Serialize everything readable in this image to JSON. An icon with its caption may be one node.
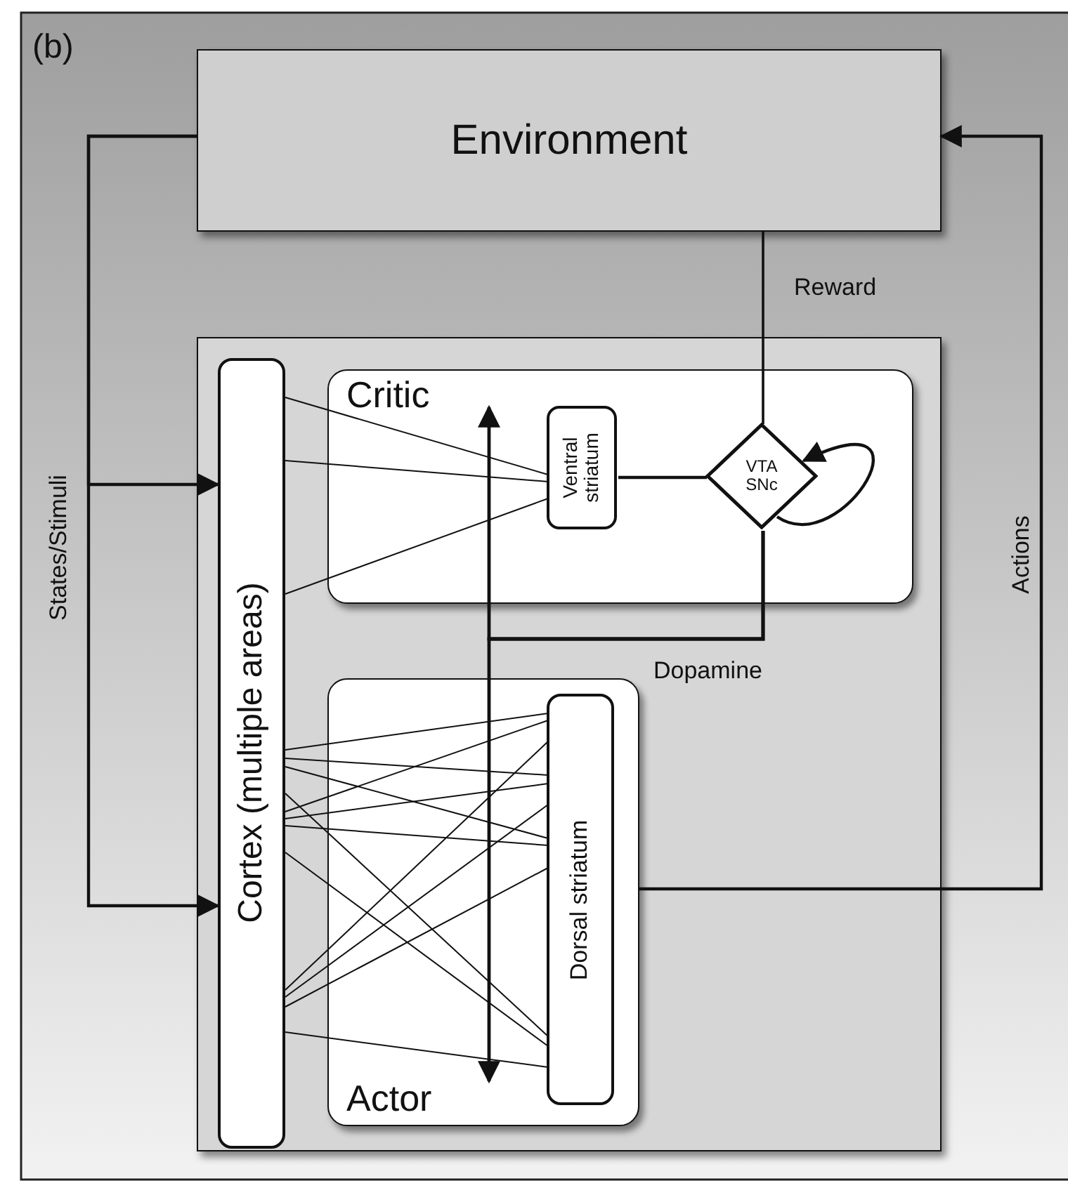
{
  "diagram": {
    "nodes": [
      {
        "text": [
          "Environment"
        ]
      },
      {
        "text": [],
        "shape": "box"
      },
      {
        "text": [
          "Cortex (multiple areas)"
        ],
        "in": 1
      },
      {
        "text": [
          "Critic"
        ],
        "in": 1
      },
      {
        "text": [
          "Ventral striatum"
        ],
        "in": 3
      },
      {
        "text": [
          "VTA SNc"
        ],
        "in": 3
      },
      {
        "text": [
          "Actor"
        ],
        "in": 1
      },
      {
        "text": [
          "Dorsal striatum"
        ],
        "in": 6
      }
    ],
    "edges": [
      {
        "from": 0,
        "to": 2,
        "arrow": "to",
        "label": "States/Stimuli"
      },
      {
        "from": 0,
        "to": 2,
        "arrow": "to"
      },
      {
        "from": 0,
        "to": 5,
        "arrow": "none",
        "label": "Reward"
      },
      {
        "from": 2,
        "to": 4,
        "arrow": "none"
      },
      {
        "from": 2,
        "to": 4,
        "arrow": "none"
      },
      {
        "from": 2,
        "to": 4,
        "arrow": "none"
      },
      {
        "from": 4,
        "to": 5,
        "arrow": "none"
      },
      {
        "from": 5,
        "to": 5,
        "arrow": "to"
      },
      {
        "from": 5,
        "to": 3,
        "arrow": "to",
        "label": "Dopamine"
      },
      {
        "from": 5,
        "to": 6,
        "arrow": "to"
      },
      {
        "from": 2,
        "to": 7,
        "arrow": "none"
      },
      {
        "from": 2,
        "to": 7,
        "arrow": "none"
      },
      {
        "from": 2,
        "to": 7,
        "arrow": "none"
      },
      {
        "from": 2,
        "to": 7,
        "arrow": "none"
      },
      {
        "from": 2,
        "to": 7,
        "arrow": "none"
      },
      {
        "from": 2,
        "to": 7,
        "arrow": "none"
      },
      {
        "from": 2,
        "to": 7,
        "arrow": "none"
      },
      {
        "from": 2,
        "to": 7,
        "arrow": "none"
      },
      {
        "from": 2,
        "to": 7,
        "arrow": "none"
      },
      {
        "from": 2,
        "to": 7,
        "arrow": "none"
      },
      {
        "from": 2,
        "to": 7,
        "arrow": "none"
      },
      {
        "from": 2,
        "to": 7,
        "arrow": "none"
      },
      {
        "from": 7,
        "to": 0,
        "arrow": "to",
        "label": "Actions"
      }
    ],
    "labels": [
      "(b)"
    ]
  }
}
